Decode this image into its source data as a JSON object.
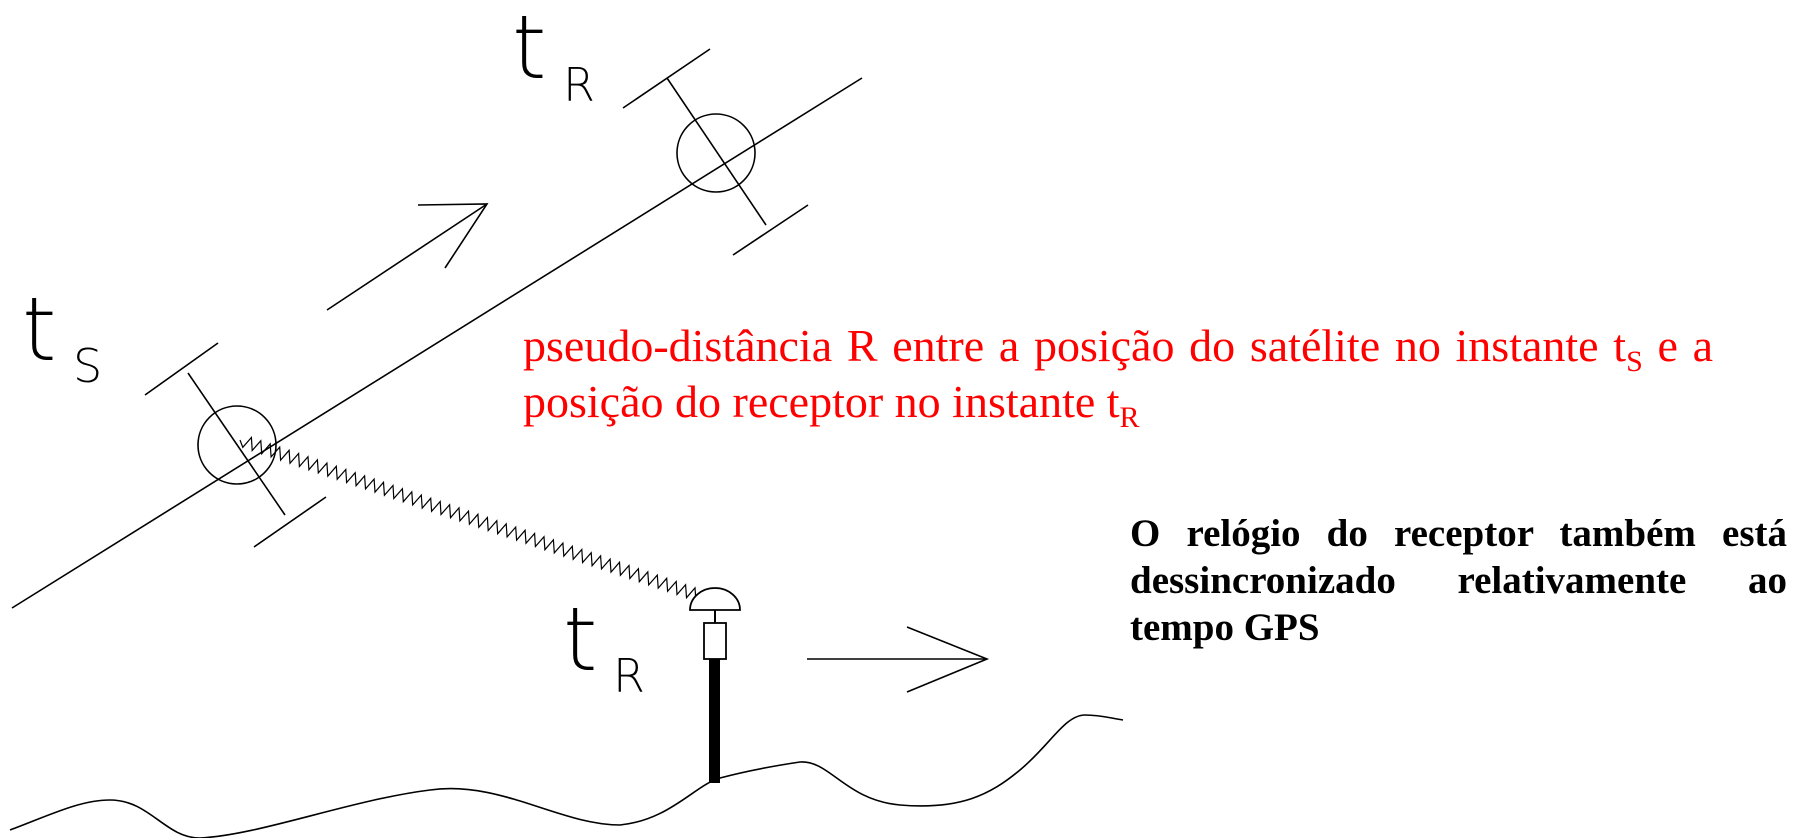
{
  "labels": {
    "t_R_top": {
      "main": "t",
      "sub": "R"
    },
    "t_S": {
      "main": "t",
      "sub": "S"
    },
    "t_R_ground": {
      "main": "t",
      "sub": "R"
    }
  },
  "caption": {
    "part1": "pseudo-distância R entre a posição do satélite no instante t",
    "sub1": "S",
    "part2": " e a posição do receptor no instante t",
    "sub2": "R",
    "color": "#ff0000"
  },
  "note": {
    "text": "O relógio do receptor também está dessincronizado relativamente ao tempo GPS"
  },
  "icons": [
    "satellite-icon",
    "gps-receiver-icon",
    "motion-arrow-icon",
    "signal-wave-icon"
  ]
}
